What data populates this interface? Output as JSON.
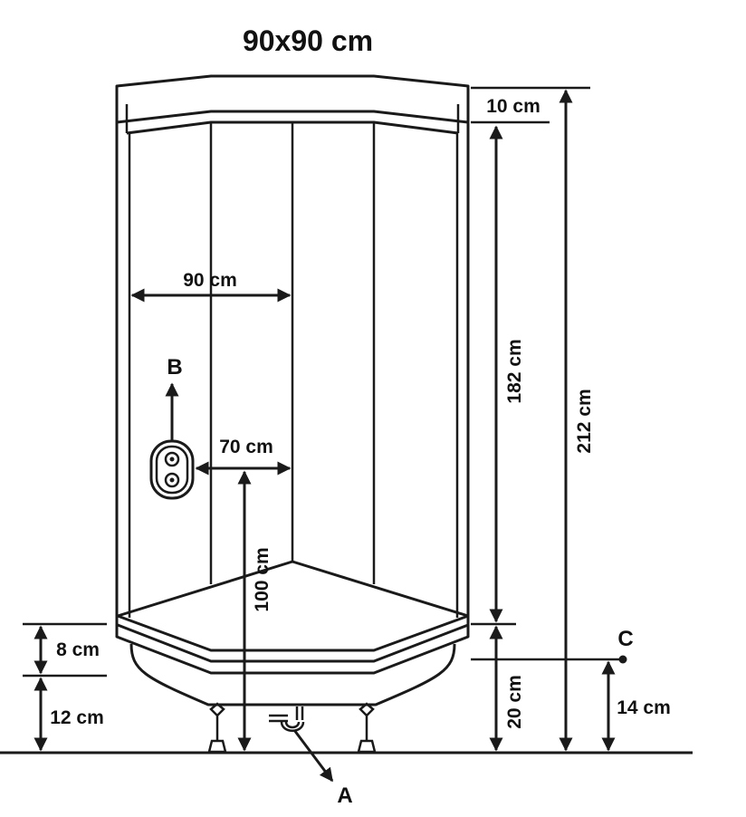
{
  "title": "90x90 cm",
  "dimensions": {
    "top_height": "10 cm",
    "wall_height": "182 cm",
    "total_height": "212 cm",
    "base_height": "20 cm",
    "width": "90 cm",
    "panel_offset": "70 cm",
    "panel_height": "100 cm",
    "tray_height": "8 cm",
    "leg_height": "12 cm",
    "connection_height": "14 cm"
  },
  "markers": {
    "a": "A",
    "b": "B",
    "c": "C"
  },
  "colors": {
    "line": "#1a1a1a",
    "background": "#ffffff"
  }
}
